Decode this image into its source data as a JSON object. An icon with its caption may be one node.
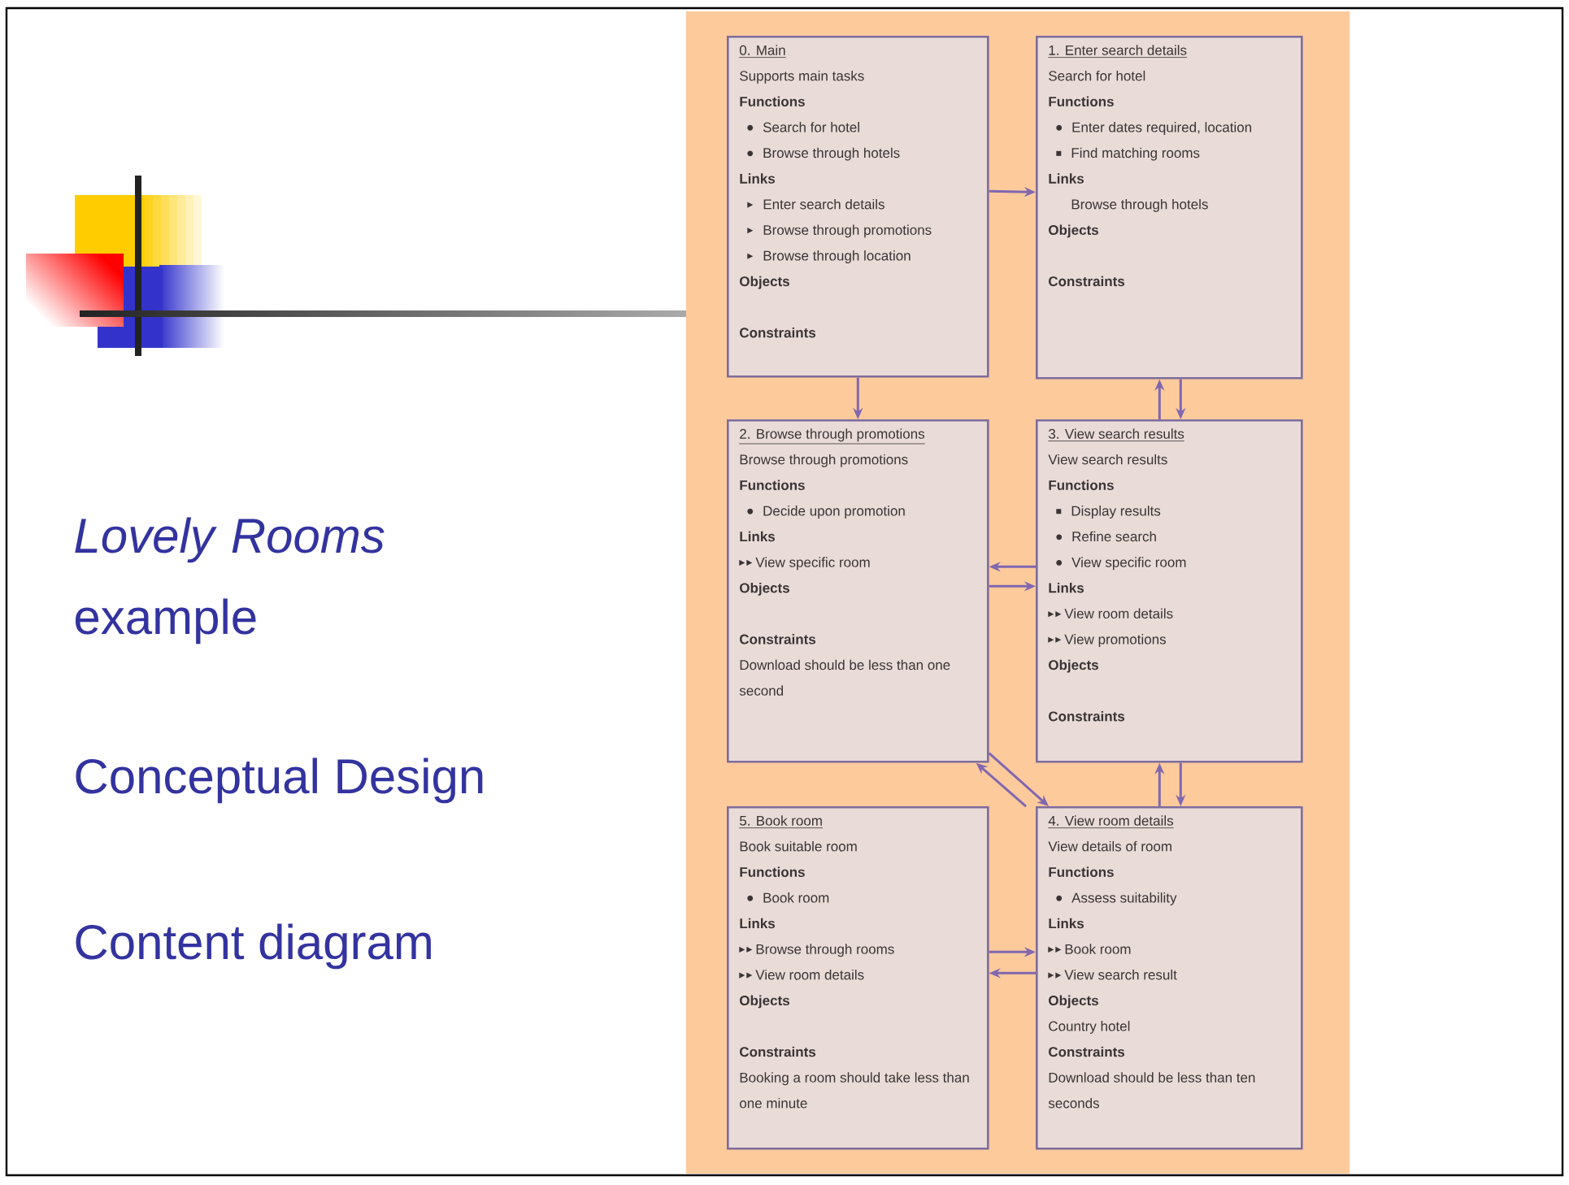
{
  "diagram": {
    "title": "*Lovely Rooms* example",
    "nodes": [
      {
        "text": [
          "0. Main",
          "Supports main tasks",
          "Functions",
          "Search for hotel",
          "Browse through hotels",
          "Links",
          "Enter search details",
          "Browse through promotions",
          "Browse through location",
          "Objects",
          "Constraints"
        ]
      },
      {
        "text": [
          "1. Enter search details",
          "Search for hotel",
          "Functions",
          "Enter dates required, location",
          "Find matching rooms",
          "Links",
          "Browse through hotels",
          "Objects",
          "Constraints"
        ]
      },
      {
        "text": [
          "2. Browse through promotions",
          "Browse through promotions",
          "Functions",
          "Decide upon promotion",
          "Links",
          "View specific room",
          "Objects",
          "Constraints",
          "Download should be less than one second"
        ]
      },
      {
        "text": [
          "3. View search results",
          "View search results",
          "Functions",
          "Display results",
          "Refine search",
          "View specific room",
          "Links",
          "View room details",
          "View promotions",
          "Objects",
          "Constraints"
        ]
      },
      {
        "text": [
          "4. View room details",
          "View details of room",
          "Functions",
          "Assess suitability",
          "Links",
          "Book room",
          "View search result",
          "Objects",
          "Country hotel",
          "Constraints",
          "Download should be less than ten seconds"
        ]
      },
      {
        "text": [
          "5. Book room",
          "Book suitable room",
          "Functions",
          "Book room",
          "Links",
          "Browse through rooms",
          "View room details",
          "Objects",
          "Constraints",
          "Booking a room should take less than one minute"
        ]
      }
    ],
    "edges": [
      {
        "from": 0,
        "to": 1,
        "arrow": "to"
      },
      {
        "from": 0,
        "to": 2,
        "arrow": "to"
      },
      {
        "from": 3,
        "to": 1,
        "arrow": "to"
      },
      {
        "from": 1,
        "to": 3,
        "arrow": "to"
      },
      {
        "from": 3,
        "to": 2,
        "arrow": "to"
      },
      {
        "from": 2,
        "to": 3,
        "arrow": "to"
      },
      {
        "from": 4,
        "to": 2,
        "arrow": "to"
      },
      {
        "from": 2,
        "to": 4,
        "arrow": "to"
      },
      {
        "from": 4,
        "to": 3,
        "arrow": "to"
      },
      {
        "from": 3,
        "to": 4,
        "arrow": "to"
      },
      {
        "from": 5,
        "to": 4,
        "arrow": "to"
      },
      {
        "from": 4,
        "to": 5,
        "arrow": "to"
      }
    ],
    "labels": [
      "Conceptual Design",
      "Content diagram"
    ]
  }
}
